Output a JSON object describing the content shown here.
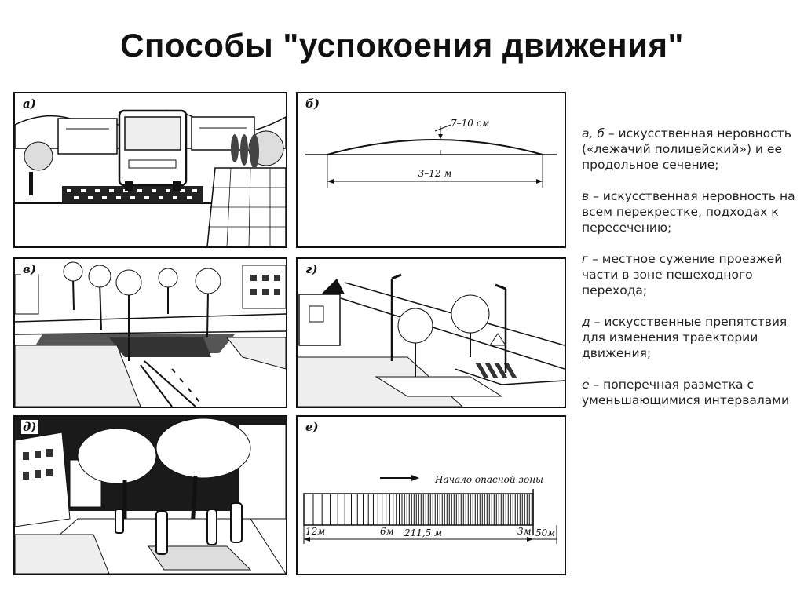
{
  "title": "Способы \"успокоения движения\"",
  "panels": {
    "a": {
      "label": "а)"
    },
    "b": {
      "label": "б)",
      "height_label": "7–10 см",
      "length_label": "3–12 м"
    },
    "v": {
      "label": "в)"
    },
    "g": {
      "label": "г)"
    },
    "d": {
      "label": "д)"
    },
    "e": {
      "label": "е)",
      "zone_label": "Начало опасной зоны",
      "dim_12": "12м",
      "dim_6": "6м",
      "dim_3": "3м",
      "dim_total": "211,5 м",
      "dim_50": "50м"
    }
  },
  "legend": [
    {
      "key": "а, б",
      "text": " – искусственная неровность («лежачий полицейский») и ее продольное сечение;"
    },
    {
      "key": "в",
      "text": " – искусственная неровность на всем перекрестке, подходах к пересечению;"
    },
    {
      "key": "г",
      "text": " – местное сужение проезжей части в зоне пешеходного перехода;"
    },
    {
      "key": "д",
      "text": " – искусственные препятствия для изменения траектории движения;"
    },
    {
      "key": "е",
      "text": " – поперечная разметка с уменьшающимися интервалами"
    }
  ]
}
